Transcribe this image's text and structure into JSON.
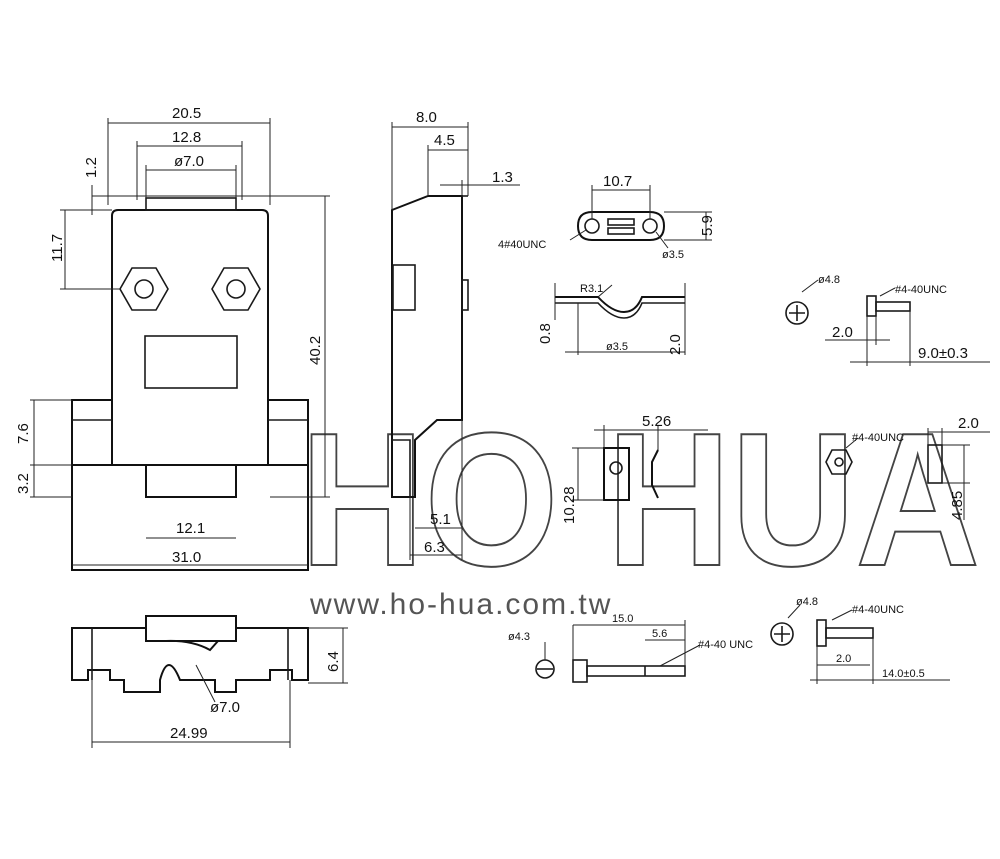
{
  "watermark": {
    "brand": "HO HUA",
    "url": "www.ho-hua.com.tw"
  },
  "front_view": {
    "width_top": "20.5",
    "inner_width": "12.8",
    "hole_dia": "ø7.0",
    "offset": "1.2",
    "screw_height": "11.7",
    "total_height": "40.2",
    "flange_upper": "7.6",
    "flange_lower": "3.2",
    "opening_width": "12.1",
    "base_width": "31.0"
  },
  "side_view": {
    "depth": "8.0",
    "step": "4.5",
    "lip": "1.3",
    "foot_a": "5.1",
    "foot_b": "6.3"
  },
  "bottom_view": {
    "height": "6.4",
    "cable_dia": "ø7.0",
    "length": "24.99"
  },
  "clip_top": {
    "length": "10.7",
    "width": "5.9",
    "thread": "4#40UNC",
    "hole": "ø3.5"
  },
  "clip_side": {
    "radius": "R3.1",
    "thickness": "0.8",
    "dia": "ø3.5",
    "height": "2.0"
  },
  "screw_small": {
    "head": "ø4.8",
    "thread": "#4-40UNC",
    "head_len": "2.0",
    "total": "9.0±0.3"
  },
  "nut_detail": {
    "width": "5.26",
    "height": "10.28",
    "thread": "#4-40UNC",
    "thickness": "2.0",
    "depth": "4.85"
  },
  "long_screw": {
    "head": "ø4.3",
    "length": "15.0",
    "thread_len": "5.6",
    "thread": "#4-40 UNC"
  },
  "screw_large": {
    "head": "ø4.8",
    "thread": "#4-40UNC",
    "head_len": "2.0",
    "total": "14.0±0.5"
  }
}
